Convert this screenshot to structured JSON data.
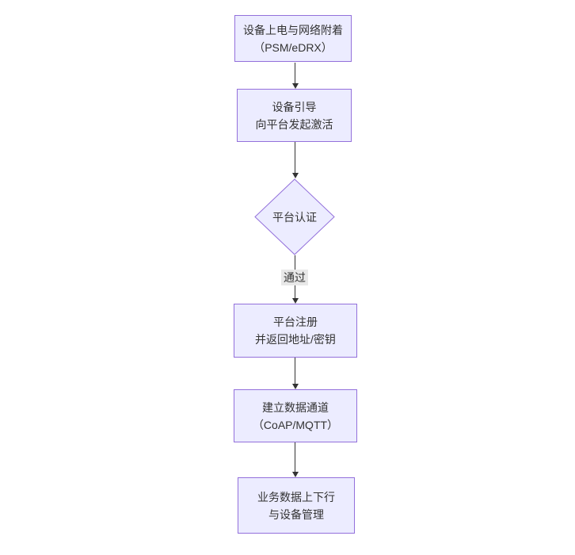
{
  "diagram": {
    "type": "flowchart-top-down",
    "nodes": [
      {
        "id": "power-on",
        "shape": "rect",
        "line1": "设备上电与网络附着",
        "line2": "（PSM/eDRX）"
      },
      {
        "id": "bootstrap",
        "shape": "rect",
        "line1": "设备引导",
        "line2": "向平台发起激活"
      },
      {
        "id": "auth",
        "shape": "diamond",
        "label": "平台认证"
      },
      {
        "id": "register",
        "shape": "rect",
        "line1": "平台注册",
        "line2": "并返回地址/密钥"
      },
      {
        "id": "channel",
        "shape": "rect",
        "line1": "建立数据通道",
        "line2": "（CoAP/MQTT）"
      },
      {
        "id": "business",
        "shape": "rect",
        "line1": "业务数据上下行",
        "line2": "与设备管理"
      }
    ],
    "edges": [
      {
        "from": "power-on",
        "to": "bootstrap",
        "label": ""
      },
      {
        "from": "bootstrap",
        "to": "auth",
        "label": ""
      },
      {
        "from": "auth",
        "to": "register",
        "label": "通过"
      },
      {
        "from": "register",
        "to": "channel",
        "label": ""
      },
      {
        "from": "channel",
        "to": "business",
        "label": ""
      }
    ],
    "colors": {
      "node_fill": "#ECECFF",
      "node_border": "#9370DB",
      "text": "#333333",
      "edge": "#333333",
      "edge_label_bg": "#e8e8e8",
      "background": "#ffffff"
    }
  }
}
